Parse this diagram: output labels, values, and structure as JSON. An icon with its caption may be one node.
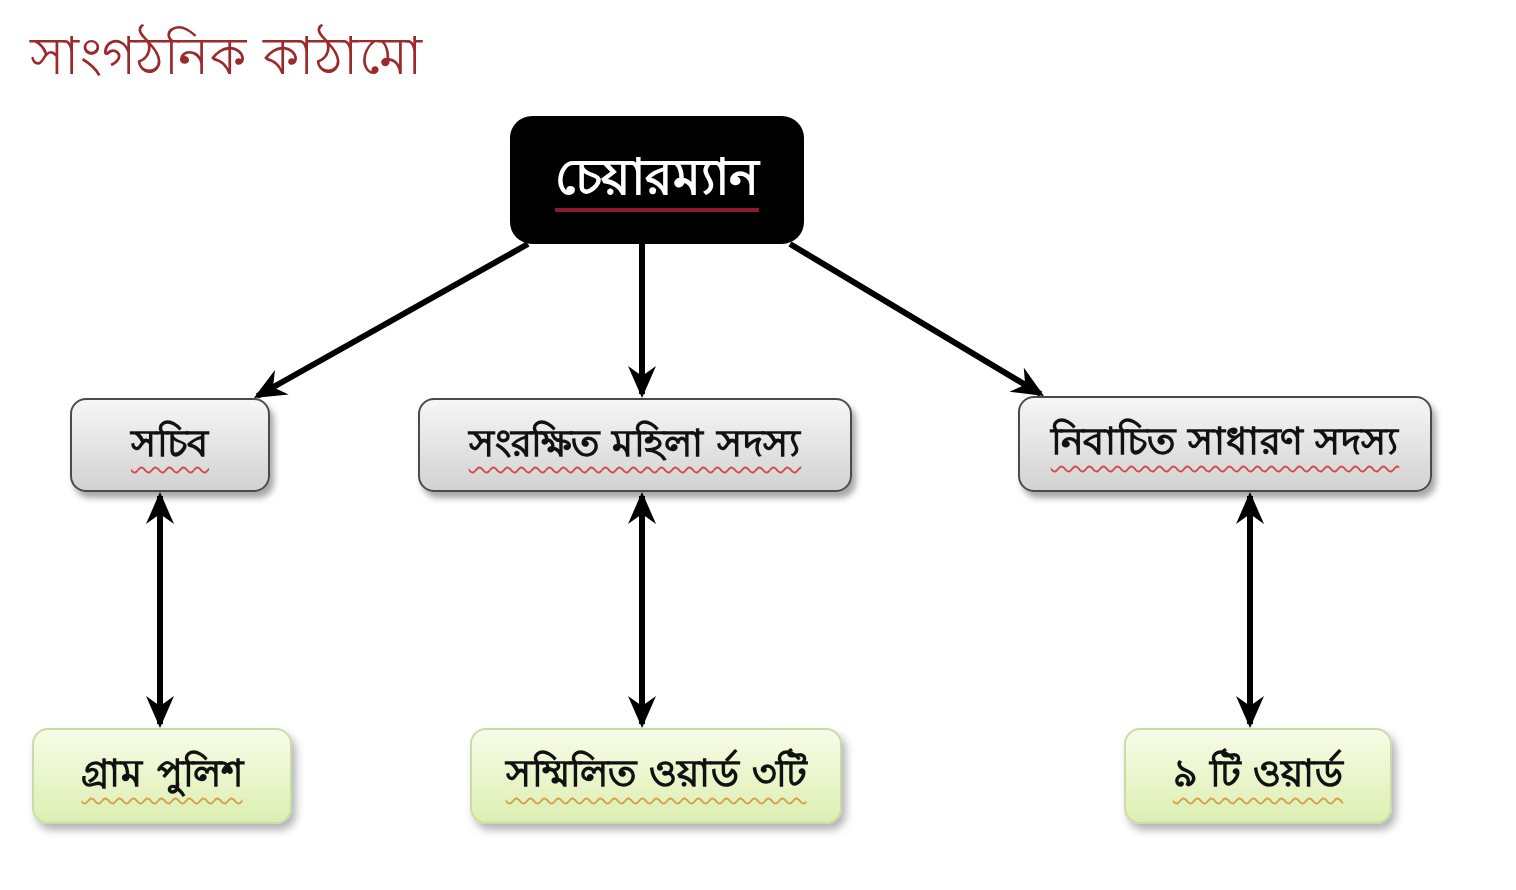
{
  "diagram": {
    "title": "সাংগঠনিক কাঠামো",
    "nodes": [
      {
        "text": [
          "চেয়ারম্যান"
        ]
      },
      {
        "text": [
          "সচিব"
        ]
      },
      {
        "text": [
          "সংরক্ষিত মহিলা সদস্য"
        ]
      },
      {
        "text": [
          "নিবাচিত সাধারণ সদস্য"
        ]
      },
      {
        "text": [
          "গ্রাম পুলিশ"
        ]
      },
      {
        "text": [
          "সম্মিলিত ওয়ার্ড ৩টি"
        ]
      },
      {
        "text": [
          "৯ টি ওয়ার্ড"
        ]
      }
    ],
    "edges": [
      {
        "from": 0,
        "to": 1,
        "arrow": "to"
      },
      {
        "from": 0,
        "to": 2,
        "arrow": "to"
      },
      {
        "from": 0,
        "to": 3,
        "arrow": "to"
      },
      {
        "from": 1,
        "to": 4,
        "arrow": "both"
      },
      {
        "from": 2,
        "to": 5,
        "arrow": "both"
      },
      {
        "from": 3,
        "to": 6,
        "arrow": "both"
      }
    ]
  }
}
